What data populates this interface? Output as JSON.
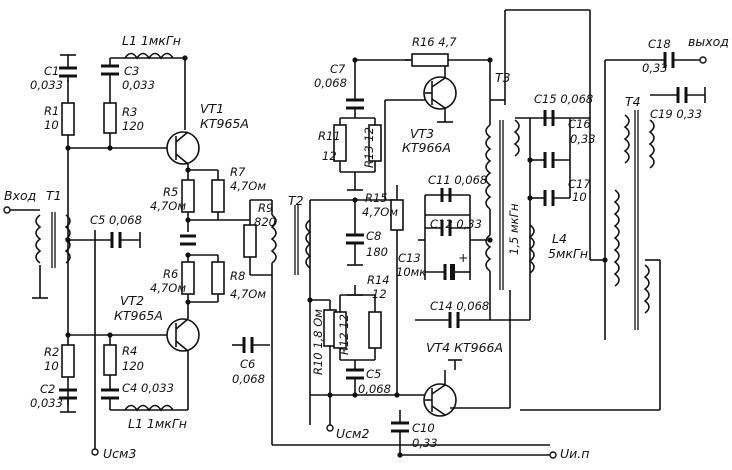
{
  "labels": {
    "c1": [
      "C1",
      "0,033"
    ],
    "r1": [
      "R1",
      "10"
    ],
    "c3": [
      "C3",
      "0,033"
    ],
    "r3": [
      "R3",
      "120"
    ],
    "l1_top": "L1 1мкГн",
    "vt1": [
      "VT1",
      "КТ965А"
    ],
    "r7": [
      "R7",
      "4,7Ом"
    ],
    "r5": [
      "R5",
      "4,7Ом"
    ],
    "input": "Вход",
    "t1": "T1",
    "c5_left": "C5 0,068",
    "r6": [
      "R6",
      "4,7Ом"
    ],
    "r8": [
      "R8",
      "4,7Ом"
    ],
    "vt2": [
      "VT2",
      "КТ965А"
    ],
    "r2": [
      "R2",
      "10"
    ],
    "c2": [
      "C2",
      "0,033"
    ],
    "r4": [
      "R4",
      "120"
    ],
    "c4": "C4 0,033",
    "l1_bottom": "L1 1мкГн",
    "u_bias3": "Uсм3",
    "r9": [
      "R9",
      "820"
    ],
    "t2": "T2",
    "c6_left": [
      "C6",
      "0,068"
    ],
    "c7": [
      "C7",
      "0,068"
    ],
    "r11": [
      "R11",
      "12"
    ],
    "r13": "R13 12",
    "r15": [
      "R15",
      "4,7Ом"
    ],
    "c8": [
      "C8",
      "180"
    ],
    "r14": [
      "R14",
      "12"
    ],
    "r10": "R10 1,8 Ом",
    "r12": "R12 12",
    "c5_mid": [
      "C5",
      "0,068"
    ],
    "u_bias2": "Uсм2",
    "r16": "R16 4,7",
    "vt3": [
      "VT3",
      "КТ966А"
    ],
    "t3": "T3",
    "c11": "C11 0,068",
    "c12": "C12 0,33",
    "c13": [
      "C13",
      "10мк"
    ],
    "plus": "+",
    "coil_label": "1,5 мкГн",
    "c14": "C14 0,068",
    "vt4": "VT4 КТ966А",
    "c10": [
      "C10",
      "0,33"
    ],
    "u_supply": "Uи.п",
    "c15": "C15 0,068",
    "c16": [
      "C16",
      "0,33"
    ],
    "c17": [
      "C17",
      "10"
    ],
    "l4": [
      "L4",
      "5мкГн"
    ],
    "c18": [
      "C18",
      "0,33"
    ],
    "output": "выход",
    "t4": "T4",
    "c19": "C19 0,33"
  }
}
